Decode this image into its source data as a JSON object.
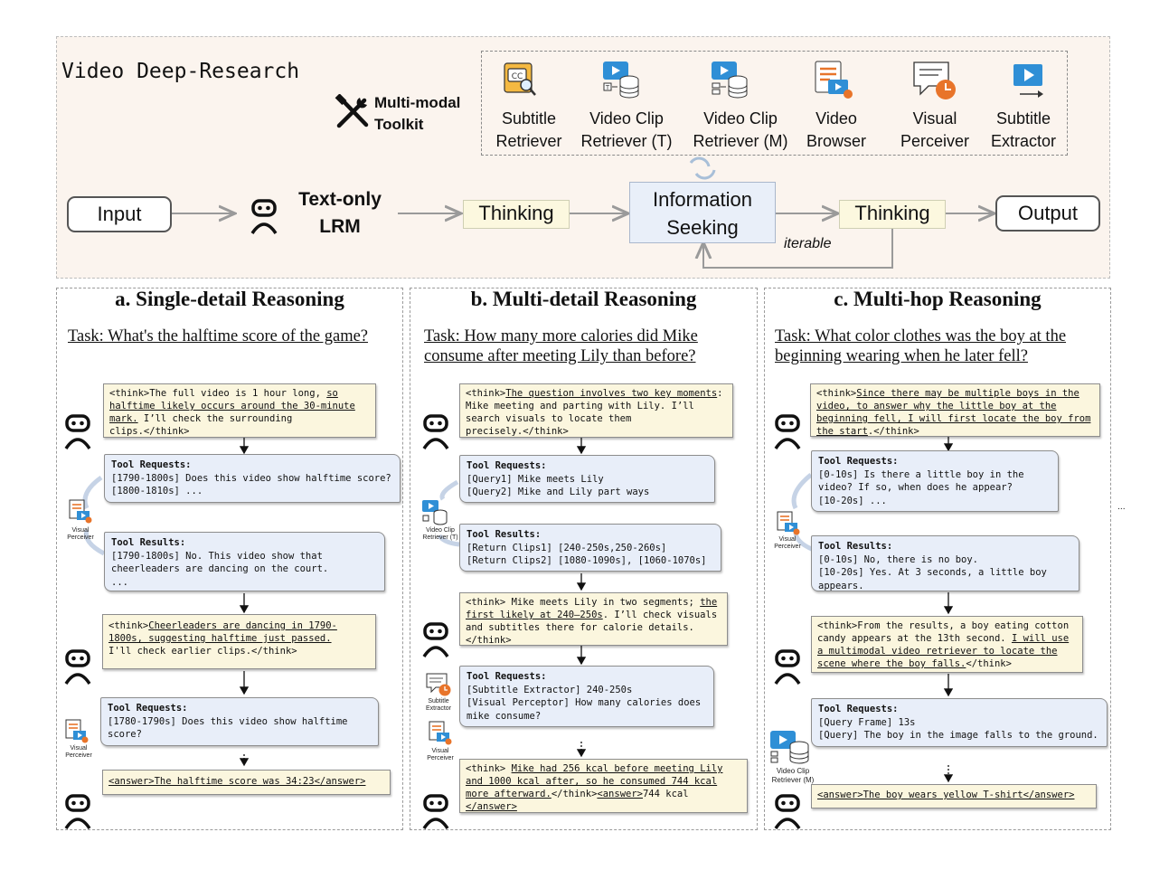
{
  "header": {
    "title": "Video Deep-Research",
    "toolkit_label": [
      "Multi-modal",
      "Toolkit"
    ]
  },
  "tools": [
    {
      "label": [
        "Subtitle",
        "Retriever"
      ],
      "icon": "subtitle-retriever-icon"
    },
    {
      "label": [
        "Video Clip",
        "Retriever (T)"
      ],
      "icon": "video-clip-retriever-t-icon"
    },
    {
      "label": [
        "Video Clip",
        "Retriever (M)"
      ],
      "icon": "video-clip-retriever-m-icon"
    },
    {
      "label": [
        "Video",
        "Browser"
      ],
      "icon": "video-browser-icon"
    },
    {
      "label": [
        "Visual",
        "Perceiver"
      ],
      "icon": "visual-perceiver-icon"
    },
    {
      "label": [
        "Subtitle",
        "Extractor"
      ],
      "icon": "subtitle-extractor-icon"
    }
  ],
  "flow": {
    "input": "Input",
    "lrm": [
      "Text-only",
      "LRM"
    ],
    "thinking1": "Thinking",
    "info_seeking": [
      "Information",
      "Seeking"
    ],
    "thinking2": "Thinking",
    "output": "Output",
    "iterable": "iterable"
  },
  "colors": {
    "think_fill": "#fbf6de",
    "tool_fill": "#e8eef9",
    "top_panel_fill": "#fbf4ee",
    "accent_blue": "#2f8fd6",
    "accent_orange": "#e8742a"
  },
  "panels": {
    "a": {
      "title": "a. Single-detail Reasoning",
      "task": [
        "Task: What's the halftime score of the game?"
      ],
      "think1": {
        "l1": "<think>The full video is 1 hour long, ",
        "l1u": "so",
        "l2u": "halftime likely occurs around the 30-minute",
        "l3u": "mark.",
        "l3": " I’ll check the surrounding",
        "l4": "clips.</think>"
      },
      "req1": {
        "head": "Tool Requests:",
        "lines": [
          "[1790-1800s] Does this video show halftime score?",
          "[1800-1810s] ..."
        ]
      },
      "res1": {
        "head": "Tool Results:",
        "lines": [
          "[1790-1800s] No. This video show that",
          "cheerleaders are dancing on the court.",
          "..."
        ]
      },
      "think2": {
        "l1": "<think>",
        "l1u": "Cheerleaders are dancing in 1790-",
        "l2u": "1800s, suggesting halftime just passed.",
        "l3": "I'll check earlier clips.</think>"
      },
      "req2": {
        "head": "Tool Requests:",
        "lines": [
          "[1780-1790s] Does this video show halftime",
          "score?"
        ]
      },
      "answer": "<answer>The halftime score was 34:23</answer>",
      "tool_labels": {
        "t1": [
          "Visual",
          "Perceiver"
        ],
        "t2": [
          "Visual",
          "Perceiver"
        ]
      }
    },
    "b": {
      "title": "b. Multi-detail Reasoning",
      "task": [
        "Task: How many more calories did Mike",
        "consume after meeting Lily than before?"
      ],
      "think1": {
        "l1": "<think>",
        "l1u": "The question involves two key moments",
        "l1b": ":",
        "l2": "Mike meeting and parting with Lily. I’ll",
        "l3": "search visuals to locate them",
        "l4": "precisely.</think>"
      },
      "req1": {
        "head": "Tool Requests:",
        "lines": [
          "[Query1] Mike meets Lily",
          "[Query2] Mike and Lily part ways"
        ]
      },
      "res1": {
        "head": "Tool Results:",
        "lines": [
          "[Return Clips1] [240-250s,250-260s]",
          "[Return Clips2] [1080-1090s], [1060-1070s]"
        ]
      },
      "think2": {
        "l1": "<think> Mike meets Lily in two segments; ",
        "l1u": "the",
        "l2u": "first likely at 240–250s",
        "l2": ". I’ll check visuals",
        "l3": "and subtitles there for calorie details.",
        "l4": "</think>"
      },
      "req2": {
        "head": "Tool Requests:",
        "lines": [
          "[Subtitle Extractor]  240-250s",
          "[Visual Perceptor] How many calories does",
          "mike consume?"
        ]
      },
      "answer": {
        "l1": "<think> ",
        "l1u": "Mike had 256 kcal before meeting Lily",
        "l2u": "and 1000 kcal after, so he consumed 744 kcal",
        "l3u": "more afterward.",
        "l3": "</think>",
        "l3u2": "<answer>",
        "l3b": "744 kcal",
        "l4u": "</answer>"
      },
      "tool_labels": {
        "t1": [
          "Video Clip",
          "Retriever (T)"
        ],
        "t2": [
          "Subtitle",
          "Extractor"
        ],
        "t3": [
          "Visual",
          "Perceiver"
        ]
      }
    },
    "c": {
      "title": "c. Multi-hop Reasoning",
      "task": [
        "Task: What color clothes was the boy at the",
        "beginning wearing when he later fell?"
      ],
      "think1": {
        "l1": "<think>",
        "l1u": "Since there may be multiple boys in the",
        "l2u": "video, to answer why the little boy at the",
        "l3u": "beginning fell, I will first locate the boy from",
        "l4u": "the start",
        "l4": ".</think>"
      },
      "req1": {
        "head": "Tool Requests:",
        "lines": [
          "[0-10s] Is there a little boy in the",
          "video? If so, when does he appear?",
          "[10-20s] ..."
        ]
      },
      "res1": {
        "head": "Tool Results:",
        "lines": [
          "[0-10s] No, there is no boy.",
          "[10-20s] Yes. At 3 seconds, a little boy",
          "appears."
        ]
      },
      "think2": {
        "l1": "<think>From the results, a boy eating cotton",
        "l2": "candy appears at the 13th second. ",
        "l2u": "I will use",
        "l3u": "a multimodal video retriever to locate the",
        "l4u": "scene where the boy falls.",
        "l4": "</think>"
      },
      "req2": {
        "head": "Tool Requests:",
        "lines": [
          "[Query Frame] 13s",
          "[Query] The boy in the image falls to the ground."
        ]
      },
      "answer": "<answer>The boy wears yellow T-shirt</answer>",
      "tool_labels": {
        "t1": [
          "Visual",
          "Perceiver"
        ],
        "t2": [
          "Video Clip",
          "Retriever (M)"
        ]
      },
      "ellipsis": "..."
    }
  }
}
